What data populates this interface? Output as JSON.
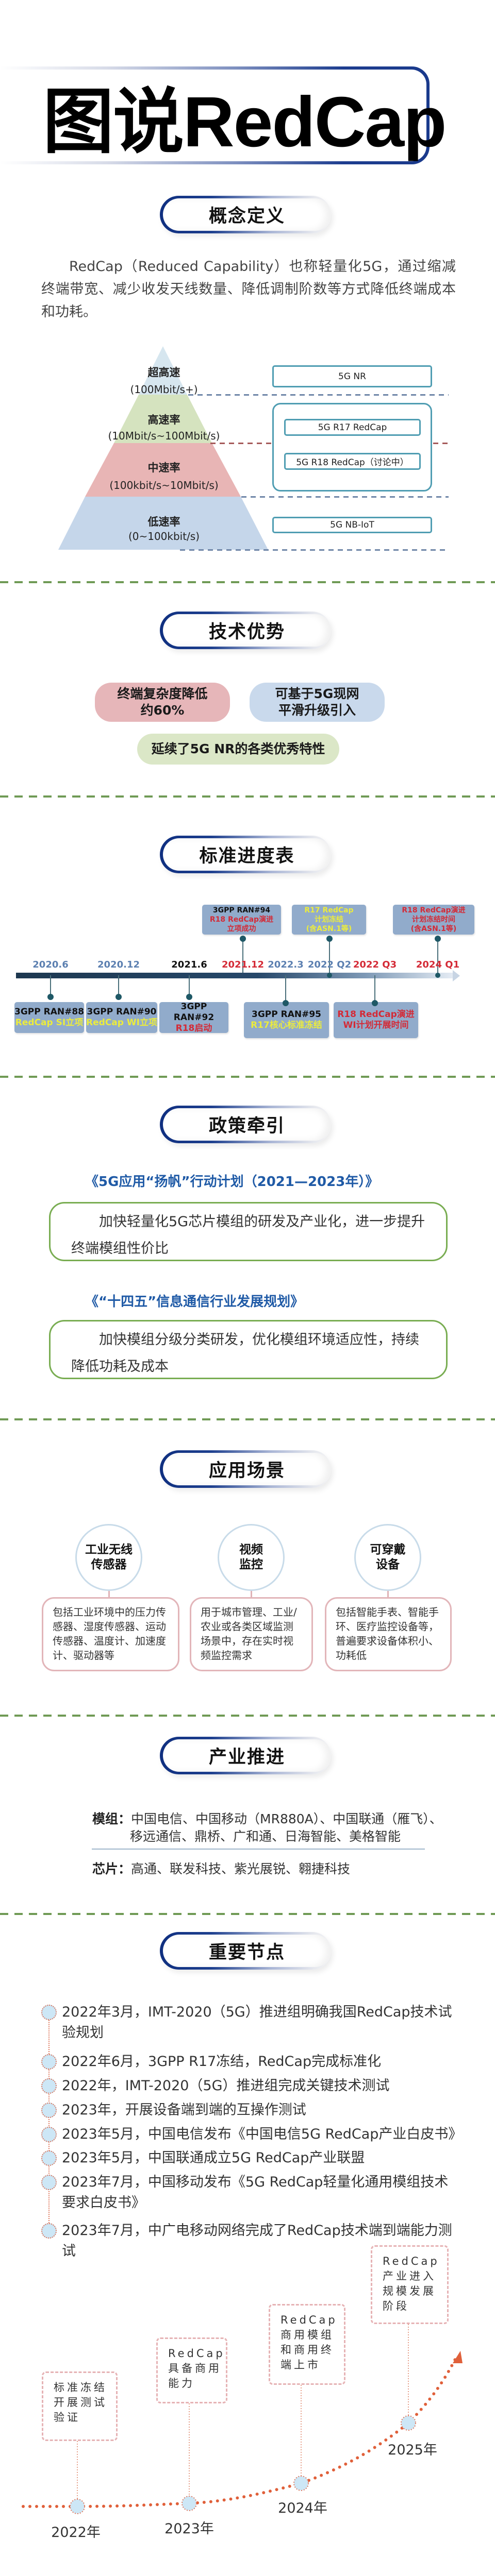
{
  "title": "图说RedCap",
  "sections": {
    "concept": "概念定义",
    "advantages": "技术优势",
    "timeline": "标准进度表",
    "policy": "政策牵引",
    "scenes": "应用场景",
    "industry": "产业推进",
    "milestones": "重要节点"
  },
  "concept": {
    "paragraph": "RedCap（Reduced Capability）也称轻量化5G，通过缩减终端带宽、减少收发天线数量、降低调制阶数等方式降低终端成本和功耗。",
    "pyramid": [
      {
        "label": "超高速",
        "rate": "(100Mbit/s+)",
        "color": "#d6e6ef"
      },
      {
        "label": "高速率",
        "rate": "(10Mbit/s~100Mbit/s)",
        "color": "#d5e3bf"
      },
      {
        "label": "中速率",
        "rate": "(100kbit/s~10Mbit/s)",
        "color": "#e8b5b5"
      },
      {
        "label": "低速率",
        "rate": "(0~100kbit/s)",
        "color": "#c5d6ea"
      }
    ],
    "techs": {
      "nr": "5G NR",
      "r17": "5G R17 RedCap",
      "r18": "5G R18 RedCap（讨论中）",
      "nbiot": "5G NB-IoT"
    }
  },
  "advantages": [
    {
      "lines": [
        "终端复杂度降低",
        "约60%"
      ],
      "color": "#e6b6b9"
    },
    {
      "lines": [
        "可基于5G现网",
        "平滑升级引入"
      ],
      "color": "#c9d9ec"
    },
    {
      "lines": [
        "延续了5G NR的各类优秀特性"
      ],
      "color": "#dbe7c7"
    }
  ],
  "timeline": {
    "dates": [
      {
        "label": "2020.6",
        "color": "#5b7fb0"
      },
      {
        "label": "2020.12",
        "color": "#5b7fb0"
      },
      {
        "label": "2021.6",
        "color": "#111111"
      },
      {
        "label": "2021.12",
        "color": "#d42a36"
      },
      {
        "label": "2022.3",
        "color": "#5b7fb0"
      },
      {
        "label": "2022 Q2",
        "color": "#5b7fb0"
      },
      {
        "label": "2022 Q3",
        "color": "#d42a36"
      },
      {
        "label": "2024 Q1",
        "color": "#d42a36"
      }
    ],
    "above": [
      {
        "lines": [
          {
            "t": "3GPP RAN#94",
            "c": "#111111"
          },
          {
            "t": "R18 RedCap演进",
            "c": "#d42a36"
          },
          {
            "t": "立项成功",
            "c": "#d42a36"
          }
        ]
      },
      {
        "lines": [
          {
            "t": "R17 RedCap",
            "c": "#ecec3c"
          },
          {
            "t": "计划冻结",
            "c": "#ecec3c"
          },
          {
            "t": "(含ASN.1等)",
            "c": "#ecec3c"
          }
        ]
      },
      {
        "lines": [
          {
            "t": "R18 RedCap演进",
            "c": "#d42a36"
          },
          {
            "t": "计划冻结时间",
            "c": "#d42a36"
          },
          {
            "t": "(含ASN.1等)",
            "c": "#d42a36"
          }
        ]
      }
    ],
    "below": [
      {
        "lines": [
          {
            "t": "3GPP RAN#88",
            "c": "#111111"
          },
          {
            "t": "RedCap SI立项",
            "c": "#ecec3c"
          }
        ]
      },
      {
        "lines": [
          {
            "t": "3GPP RAN#90",
            "c": "#111111"
          },
          {
            "t": "RedCap WI立项",
            "c": "#ecec3c"
          }
        ]
      },
      {
        "lines": [
          {
            "t": "3GPP RAN#92",
            "c": "#111111"
          },
          {
            "t": "R18启动",
            "c": "#d42a36"
          }
        ]
      },
      {
        "lines": [
          {
            "t": "3GPP RAN#95",
            "c": "#111111"
          },
          {
            "t": "R17核心标准冻结",
            "c": "#ecec3c"
          }
        ]
      },
      {
        "lines": [
          {
            "t": "R18 RedCap演进",
            "c": "#d42a36"
          },
          {
            "t": "WI计划开展时间",
            "c": "#d42a36"
          }
        ]
      }
    ]
  },
  "policy": [
    {
      "heading": "《5G应用“扬帆”行动计划（2021—2023年）》",
      "text": "加快轻量化5G芯片模组的研发及产业化，进一步提升终端模组性价比"
    },
    {
      "heading": "《“十四五”信息通信行业发展规划》",
      "text": "加快模组分级分类研发，优化模组环境适应性，持续降低功耗及成本"
    }
  ],
  "scenes": [
    {
      "title": [
        "工业无线",
        "传感器"
      ],
      "desc": "包括工业环境中的压力传感器、湿度传感器、运动传感器、温度计、加速度计、驱动器等"
    },
    {
      "title": [
        "视频",
        "监控"
      ],
      "desc": "用于城市管理、工业/农业或各类区域监测场景中，存在实时视频监控需求"
    },
    {
      "title": [
        "可穿戴",
        "设备"
      ],
      "desc": "包括智能手表、智能手环、医疗监控设备等，普遍要求设备体积小、功耗低"
    }
  ],
  "industry": {
    "modules_label": "模组：",
    "modules_line1": "中国电信、中国移动（MR880A）、中国联通（雁飞）、",
    "modules_line2": "移远通信、鼎桥、广和通、日海智能、美格智能",
    "chips_label": "芯片：",
    "chips": "高通、联发科技、紫光展锐、翱捷科技"
  },
  "milestones": [
    "2022年3月，IMT-2020（5G）推进组明确我国RedCap技术试验规划",
    "2022年6月，3GPP R17冻结，RedCap完成标准化",
    "2022年，IMT-2020（5G）推进组完成关键技术测试",
    "2023年，开展设备端到端的互操作测试",
    "2023年5月，中国电信发布《中国电信5G RedCap产业白皮书》",
    "2023年5月，中国联通成立5G RedCap产业联盟",
    "2023年7月，中国移动发布《5G RedCap轻量化通用模组技术要求白皮书》",
    "2023年7月，中广电移动网络完成了RedCap技术端到端能力测试"
  ],
  "growth": [
    {
      "year": "2022年",
      "text": "标准冻结开展测试验证"
    },
    {
      "year": "2023年",
      "text": "RedCap具备商用能力"
    },
    {
      "year": "2024年",
      "text": "RedCap商用模组和商用终端上市"
    },
    {
      "year": "2025年",
      "text": "RedCap产业进入规模发展阶段"
    }
  ],
  "colors": {
    "accent_blue": "#1a3a8c",
    "divider_green": "#6f9a55",
    "curve_orange": "#e0603a"
  }
}
